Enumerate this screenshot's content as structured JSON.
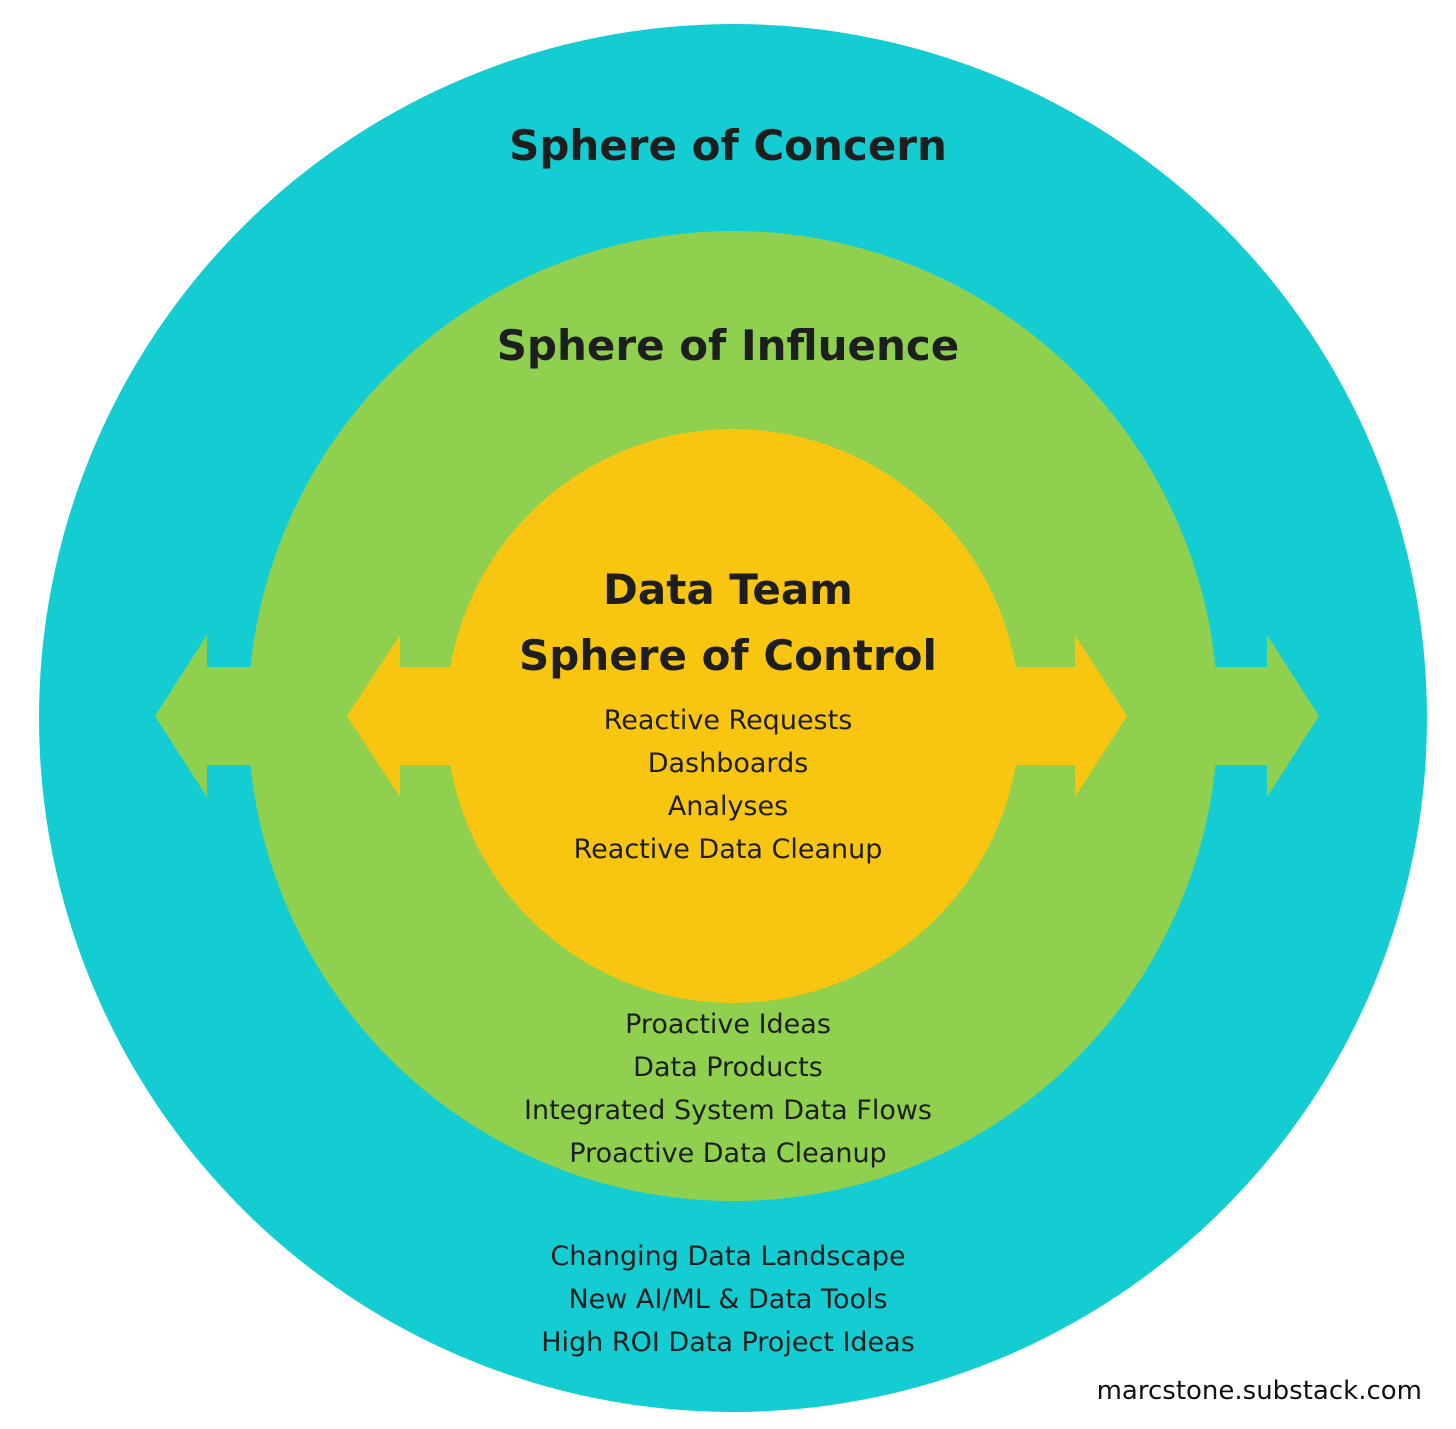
{
  "colors": {
    "concern": "#13cdd3",
    "influence": "#8fd14f",
    "control": "#f8c610"
  },
  "concern": {
    "title": "Sphere of Concern",
    "items": [
      "Changing Data Landscape",
      "New AI/ML & Data Tools",
      "High ROI Data Project Ideas"
    ]
  },
  "influence": {
    "title": "Sphere of Influence",
    "items": [
      "Proactive Ideas",
      "Data Products",
      "Integrated System Data Flows",
      "Proactive Data Cleanup"
    ]
  },
  "control": {
    "title_line1": "Data Team",
    "title_line2": "Sphere of Control",
    "items": [
      "Reactive Requests",
      "Dashboards",
      "Analyses",
      "Reactive Data Cleanup"
    ]
  },
  "credit": "marcstone.substack.com"
}
